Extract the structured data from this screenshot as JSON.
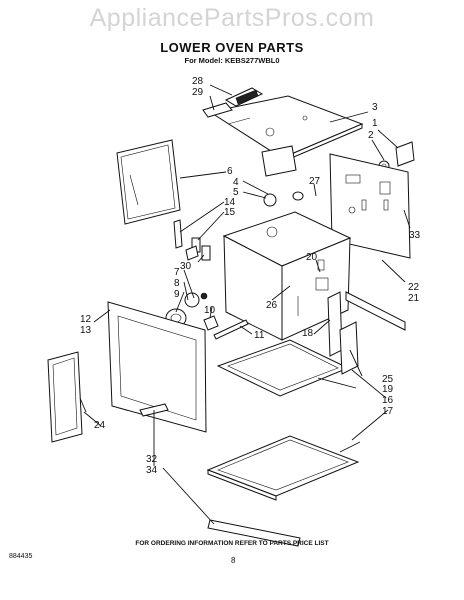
{
  "watermark": "AppliancePartsPros.com",
  "title": "LOWER OVEN PARTS",
  "model": "For Model: KEBS277WBL0",
  "ordering_note": "FOR ORDERING INFORMATION REFER TO PARTS PRICE LIST",
  "doc_number": "884435",
  "page_number": "8",
  "callouts": {
    "c28": "28",
    "c29": "29",
    "c3": "3",
    "c1": "1",
    "c2": "2",
    "c6": "6",
    "c4": "4",
    "c5": "5",
    "c14": "14",
    "c15": "15",
    "c27": "27",
    "c33": "33",
    "c30": "30",
    "c20": "20",
    "c7": "7",
    "c8": "8",
    "c9": "9",
    "c10": "10",
    "c26": "26",
    "c22": "22",
    "c21": "21",
    "c12": "12",
    "c13": "13",
    "c11": "11",
    "c18": "18",
    "c25": "25",
    "c19": "19",
    "c16": "16",
    "c17": "17",
    "c24": "24",
    "c32": "32",
    "c34": "34"
  }
}
